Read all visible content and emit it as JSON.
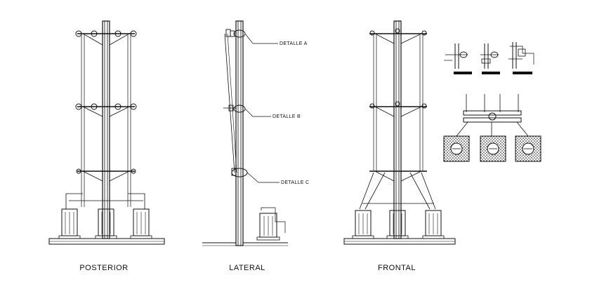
{
  "views": {
    "posterior": "POSTERIOR",
    "lateral": "LATERAL",
    "frontal": "FRONTAL"
  },
  "details": {
    "a": "DETALLE A",
    "b": "DETALLE B",
    "c": "DETALLE C"
  },
  "colors": {
    "line": "#111111",
    "background": "#ffffff"
  }
}
